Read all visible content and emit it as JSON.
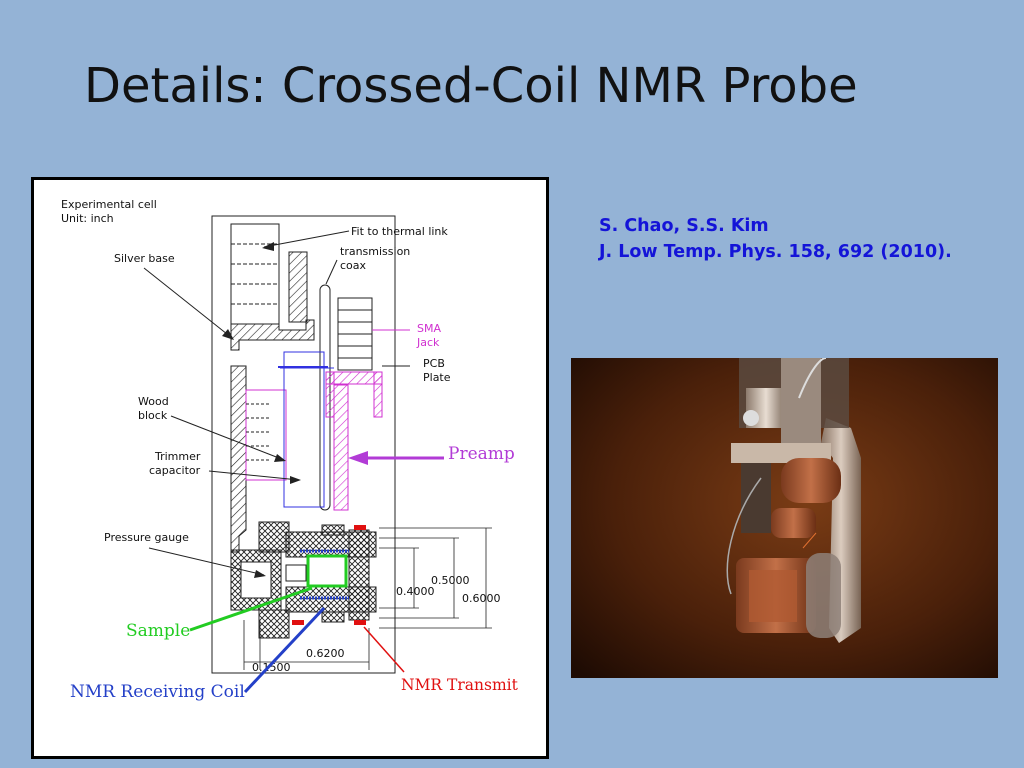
{
  "slide": {
    "title": "Details: Crossed-Coil NMR Probe"
  },
  "reference": {
    "authors": "S. Chao, S.S. Kim",
    "journal": "J. Low Temp. Phys. 158, 692 (2010)."
  },
  "diagram": {
    "header_line1": "Experimental cell",
    "header_line2": "Unit: inch",
    "labels": {
      "fit_thermal_link": "Fit to thermal link",
      "transmission_line1": "transmission",
      "transmission_line2": "coax",
      "silver_base": "Silver base",
      "sma_line1": "SMA",
      "sma_line2": "Jack",
      "pcb_line1": "PCB",
      "pcb_line2": "Plate",
      "wood_line1": "Wood",
      "wood_line2": "block",
      "trimmer_line1": "Trimmer",
      "trimmer_line2": "capacitor",
      "pressure_gauge": "Pressure gauge"
    },
    "dimensions": {
      "d04": "0.4000",
      "d05": "0.5000",
      "d06": "0.6000",
      "d062": "0.6200",
      "d015": "0.1500"
    },
    "annotations": {
      "preamp": "Preamp",
      "sample": "Sample",
      "receiving_coil": "NMR Receiving Coil",
      "transmit": "NMR  Transmit"
    },
    "colors": {
      "preamp": "#b23bd6",
      "sample": "#22cc22",
      "receiving_coil": "#2440c8",
      "transmit": "#e01010",
      "sma": "#d030d0",
      "pcb_blue": "#3030e0"
    }
  },
  "photo": {
    "subject": "crossed-coil NMR probe photograph"
  }
}
